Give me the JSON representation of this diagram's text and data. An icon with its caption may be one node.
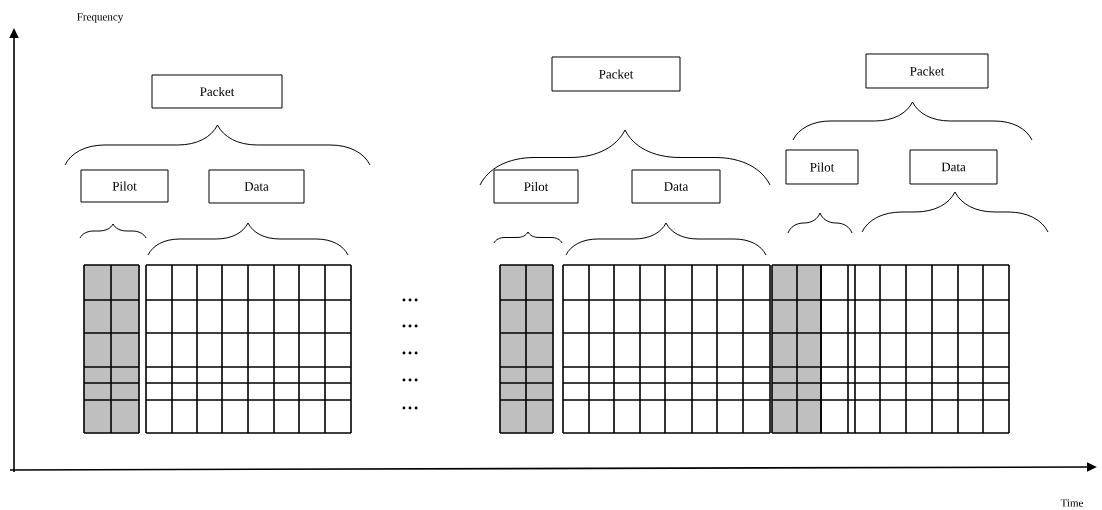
{
  "diagram": {
    "nodes": [
      {
        "text": [
          "Packet"
        ]
      },
      {
        "text": [
          "Pilot"
        ]
      },
      {
        "text": [
          "Data"
        ]
      },
      {
        "text": [
          "Packet"
        ]
      },
      {
        "text": [
          "Pilot"
        ]
      },
      {
        "text": [
          "Data"
        ]
      },
      {
        "text": [
          "Packet"
        ]
      },
      {
        "text": [
          "Pilot"
        ]
      },
      {
        "text": [
          "Data"
        ]
      }
    ],
    "labels": [
      "Frequency",
      "…",
      "…",
      "…",
      "…",
      "…",
      "Time"
    ]
  }
}
